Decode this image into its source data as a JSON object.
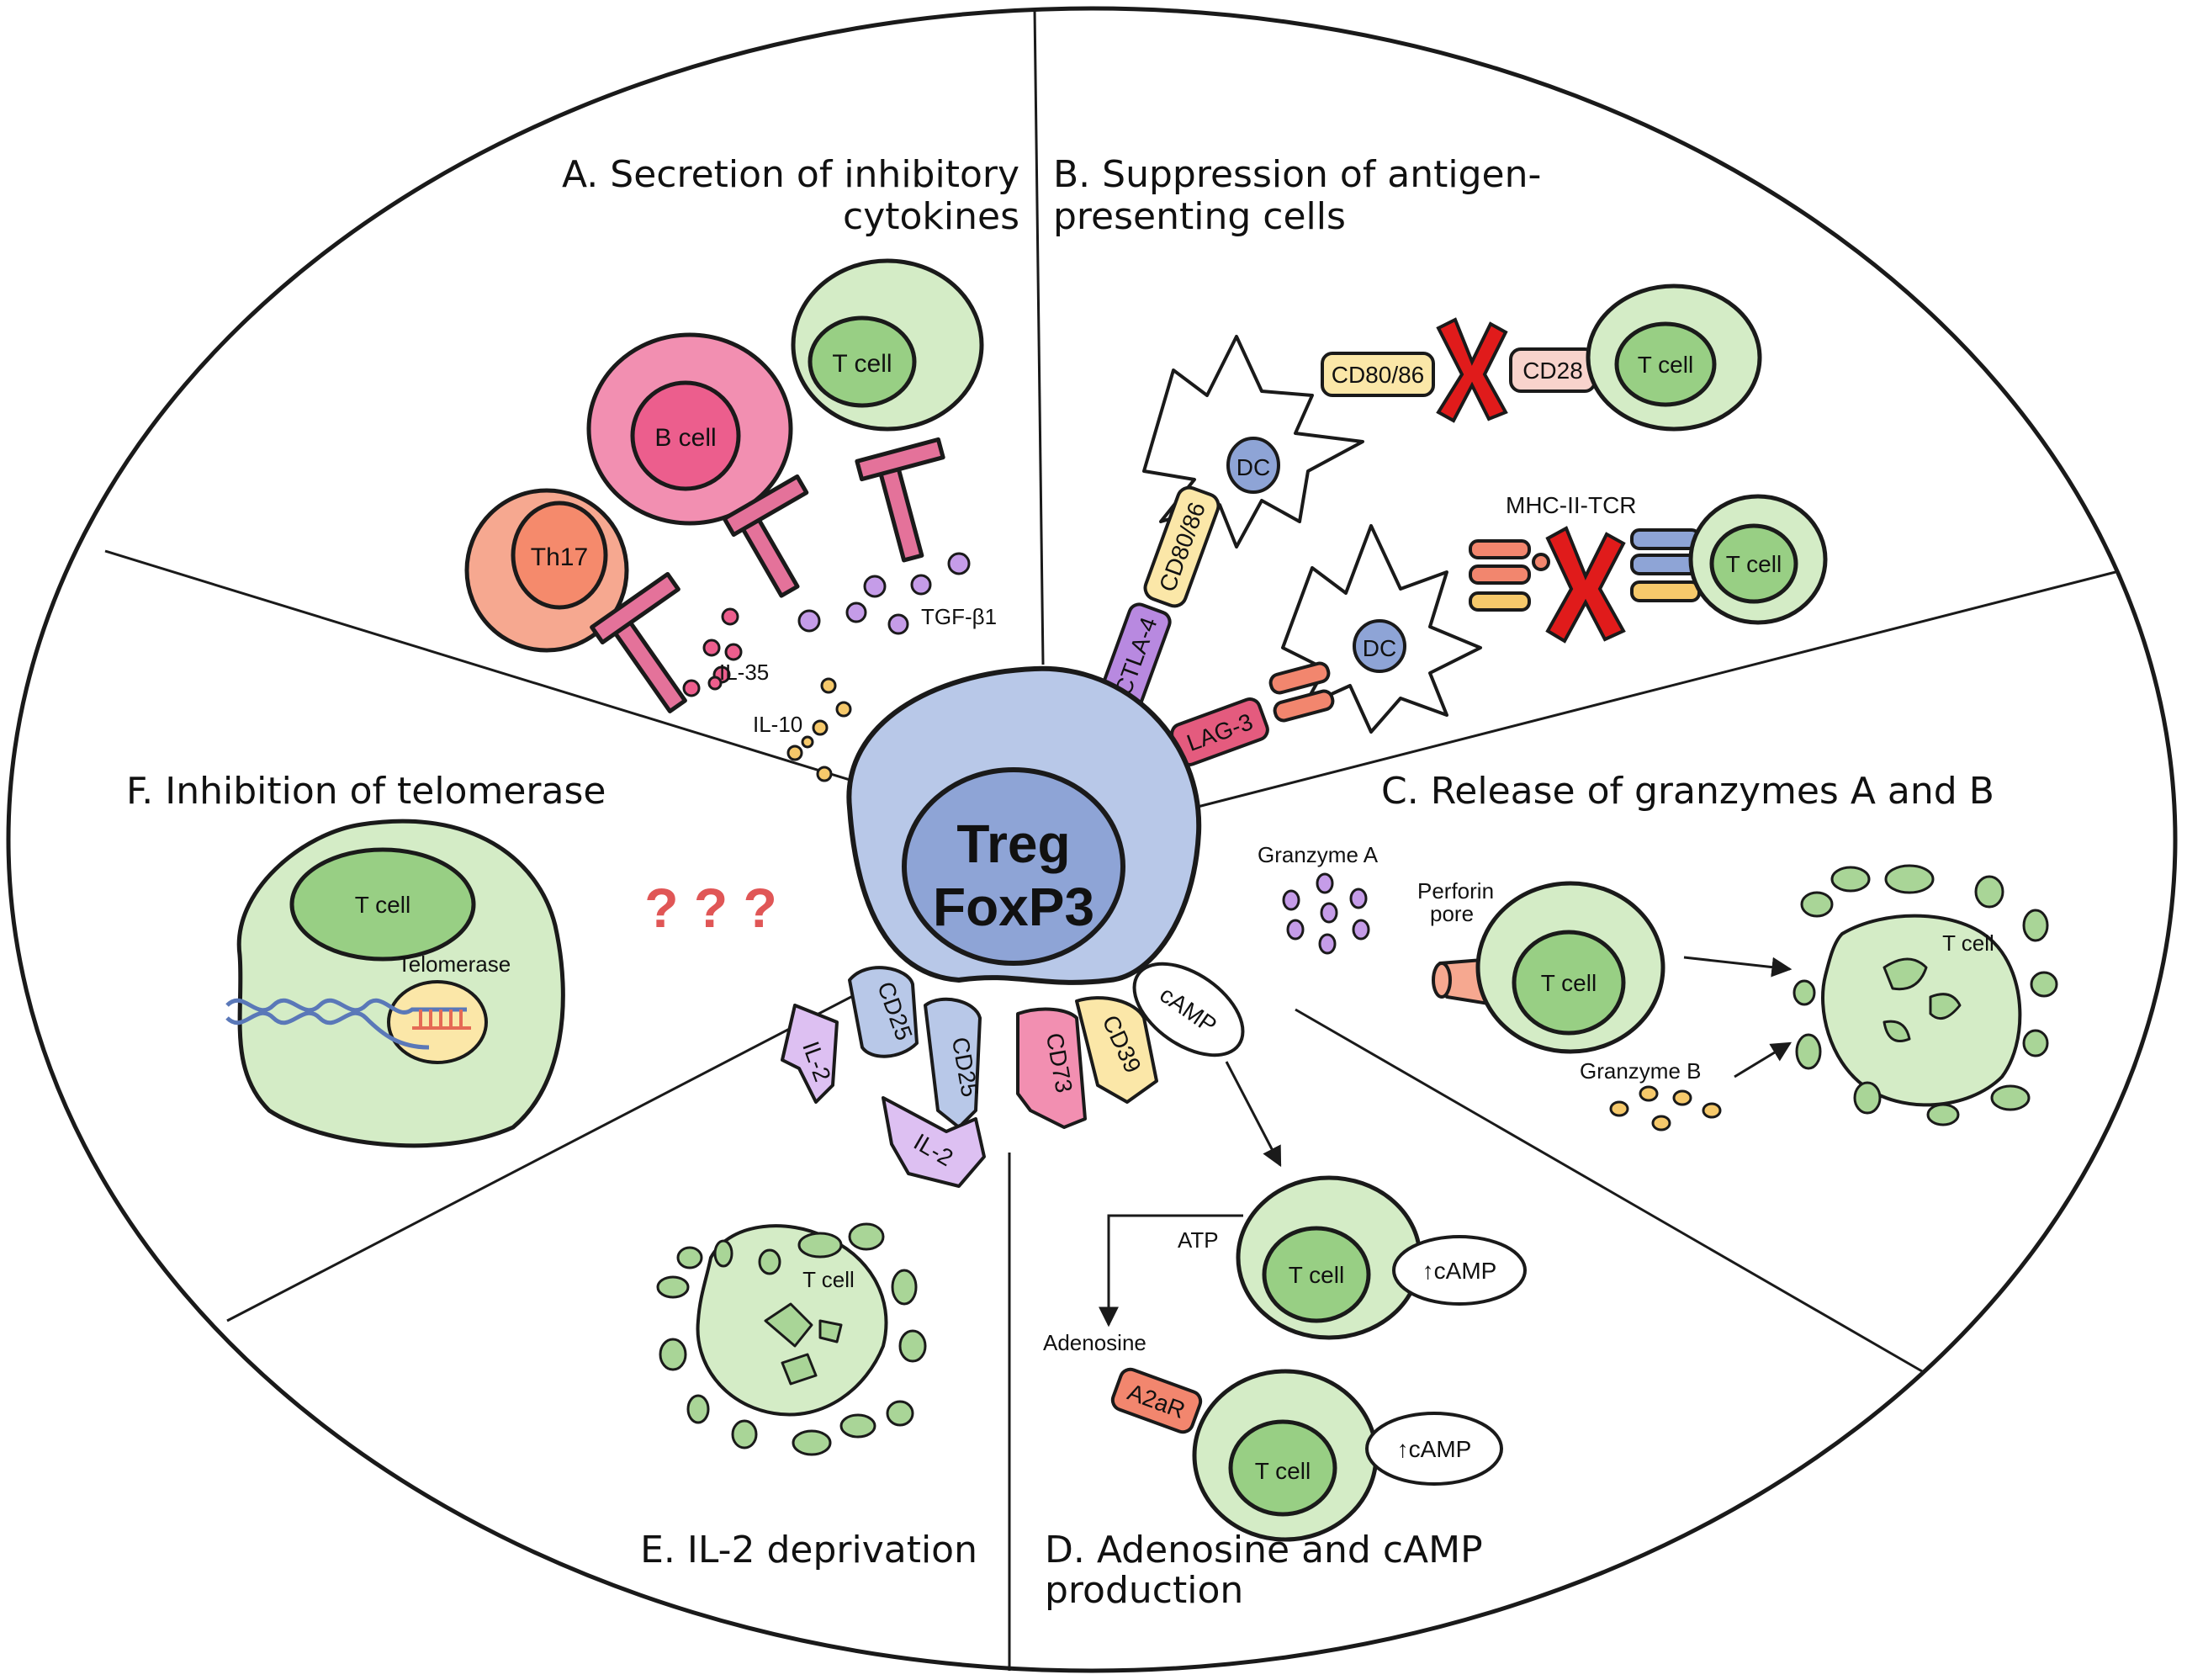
{
  "panels": {
    "a": {
      "title_line1": "A. Secretion of inhibitory",
      "title_line2": "cytokines"
    },
    "b": {
      "title_line1": "B. Suppression of antigen-",
      "title_line2": "presenting cells"
    },
    "c": {
      "title": "C. Release of granzymes A and B"
    },
    "d": {
      "title_line1": "D. Adenosine and cAMP",
      "title_line2": "production"
    },
    "e": {
      "title": "E. IL-2 deprivation"
    },
    "f": {
      "title": "F. Inhibition of telomerase"
    }
  },
  "center": {
    "line1": "Treg",
    "line2": "FoxP3"
  },
  "labels": {
    "t_cell": "T cell",
    "b_cell": "B cell",
    "th17": "Th17",
    "il35": "IL-35",
    "il10": "IL-10",
    "tgfb1": "TGF-β1",
    "dc": "DC",
    "cd80_86": "CD80/86",
    "cd28": "CD28",
    "ctla4": "CTLA-4",
    "lag3": "LAG-3",
    "mhc_tcr": "MHC-II-TCR",
    "granzyme_a": "Granzyme A",
    "granzyme_b": "Granzyme B",
    "perforin_line1": "Perforin",
    "perforin_line2": "pore",
    "cd25": "CD25",
    "il2": "IL-2",
    "cd73": "CD73",
    "cd39": "CD39",
    "camp": "cAMP",
    "up_camp": "↑cAMP",
    "atp": "ATP",
    "adenosine": "Adenosine",
    "a2ar": "A2aR",
    "telomerase": "Telomerase",
    "question": "? ? ?"
  },
  "colors": {
    "t_cell_outer": "#d4ecc6",
    "t_cell_nucleus": "#98cf84",
    "treg": "#b8c8e8",
    "treg_nucleus": "#8ea4d6",
    "b_cell": "#f28fb1",
    "th17": "#f6a890",
    "dc": "#8ea4d6",
    "x_mark": "#e01b1b",
    "cd80_86": "#fbe7a8",
    "cd28": "#f8d3cc",
    "ctla4": "#b889e0",
    "lag3": "#e45b7e",
    "question": "#e05656"
  }
}
